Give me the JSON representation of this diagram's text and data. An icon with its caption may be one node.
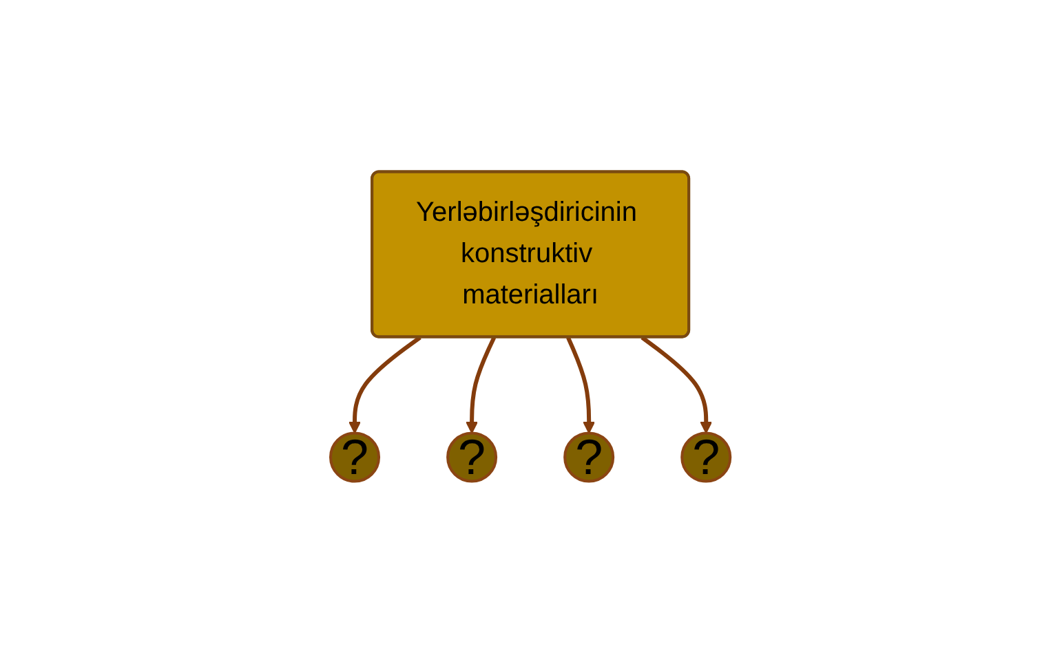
{
  "diagram": {
    "nodes": [
      {
        "text": [
          "Yerləbirləşdiricinin konstruktiv materialları"
        ]
      },
      {
        "text": [
          "?"
        ]
      },
      {
        "text": [
          "?"
        ]
      },
      {
        "text": [
          "?"
        ]
      },
      {
        "text": [
          "?"
        ]
      }
    ],
    "edges": [
      {
        "from": 0,
        "to": 1,
        "arrow": "to"
      },
      {
        "from": 0,
        "to": 2,
        "arrow": "to"
      },
      {
        "from": 0,
        "to": 3,
        "arrow": "to"
      },
      {
        "from": 0,
        "to": 4,
        "arrow": "to"
      }
    ]
  }
}
